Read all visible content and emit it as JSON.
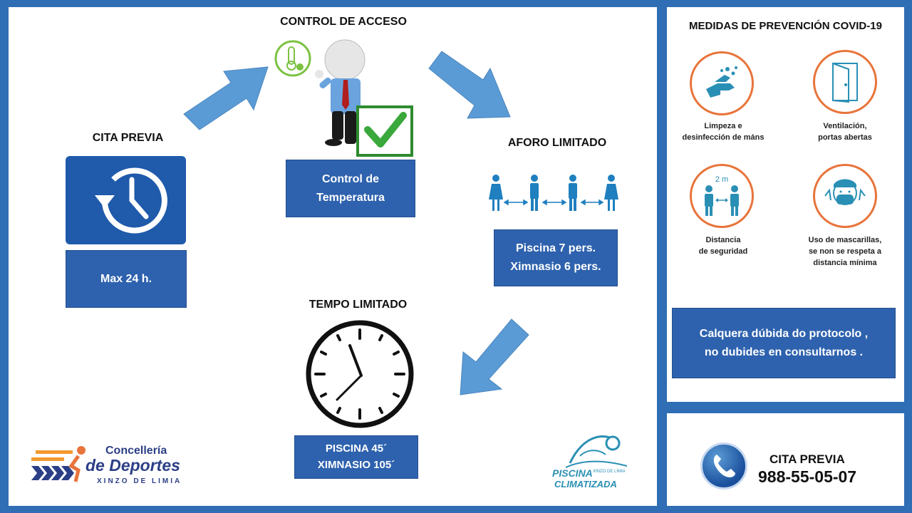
{
  "left": {
    "control_title": "CONTROL DE ACCESO",
    "control_box_line1": "Control  de",
    "control_box_line2": "Temperatura",
    "cita_title": "CITA PREVIA",
    "cita_box": "Max 24 h.",
    "aforo_title": "AFORO LIMITADO",
    "aforo_line1": "Piscina 7 pers.",
    "aforo_line2": "Ximnasio 6 pers.",
    "tempo_title": "TEMPO LIMITADO",
    "tempo_line1": "PISCINA 45´",
    "tempo_line2": "XIMNASIO 105´",
    "logo_concelleria_1": "Concellería",
    "logo_concelleria_2": "de Deportes",
    "logo_concelleria_3": "XINZO DE LIMIA",
    "logo_piscina_1": "PISCINA",
    "logo_piscina_2": "CLIMATIZADA",
    "logo_piscina_3": "XINZO DE LIMIA"
  },
  "covid": {
    "title": "MEDIDAS DE PREVENCIÓN COVID-19",
    "item1_line1": "Limpeza e",
    "item1_line2": "desinfección  de máns",
    "item2_line1": "Ventilación,",
    "item2_line2": "portas abertas",
    "item3_line1": "Distancia",
    "item3_line2": "de seguridad",
    "item3_badge": "2 m",
    "item4_line1": "Uso de mascarillas,",
    "item4_line2": "se non se respeta a",
    "item4_line3": "distancia  mínima",
    "note_line1": "Calquera dúbida do protocolo ,",
    "note_line2": "no dubides en consultarnos  ."
  },
  "phone": {
    "label": "CITA PREVIA",
    "number": "988-55-05-07"
  },
  "colors": {
    "accent_blue": "#2e62ae",
    "arrow_blue": "#5b9bd5",
    "orange": "#e8743b",
    "teal": "#2a8fb5"
  }
}
